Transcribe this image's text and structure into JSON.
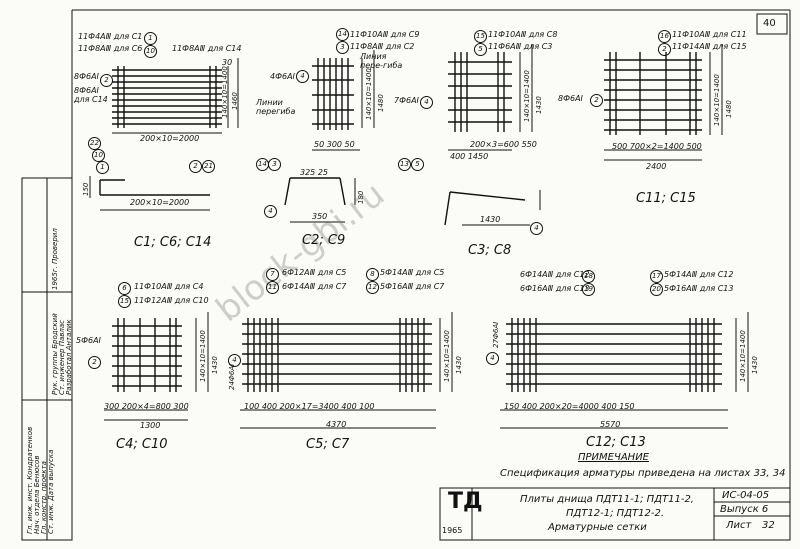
{
  "sheet_number": "40",
  "watermark": "block-gbi.ru",
  "titles": {
    "c1": "С1; С6; С14",
    "c2": "С2; С9",
    "c3": "С3; С8",
    "c11": "С11; С15",
    "c4": "С4; С10",
    "c5": "С5; С7",
    "c12": "С12; С13"
  },
  "callouts": {
    "c1_top1": "11Ф4АⅢ для С1",
    "c1_top2": "11Ф8АⅢ для С6",
    "c1_top3": "11Ф8АⅢ для С14",
    "c1_left1": "8Ф6АⅠ",
    "c1_left2": "8Ф6АⅠ для С14",
    "c2_top1": "11Ф10АⅢ для С9",
    "c2_top2": "11Ф8АⅢ для С2",
    "c2_left": "4Ф6АⅠ",
    "c2_lines1": "Линии перегиба",
    "c2_lines2": "Линия пере-гиба",
    "c3_top1": "11Ф10АⅢ для С8",
    "c3_top2": "11Ф6АⅢ для С3",
    "c3_left": "7Ф6АⅠ",
    "c11_top1": "11Ф10АⅢ для С11",
    "c11_top2": "11Ф14АⅢ для С15",
    "c11_left": "8Ф6АⅠ",
    "c4_top1": "11Ф10АⅢ для С4",
    "c4_top2": "11Ф12АⅢ для С10",
    "c4_left": "5Ф6АⅠ",
    "c5_top1": "6Ф12АⅢ для С5",
    "c5_top2": "6Ф14АⅢ для С7",
    "c5_top3": "5Ф14АⅢ для С5",
    "c5_top4": "5Ф16АⅢ для С7",
    "c5_left": "24Ф6АⅠ",
    "c12_top1": "6Ф14АⅢ для С12",
    "c12_top2": "6Ф16АⅢ для С13",
    "c12_top3": "5Ф14АⅢ для С12",
    "c12_top4": "5Ф16АⅢ для С13",
    "c12_left": "27Ф6АⅠ"
  },
  "dims": {
    "c1_len": "200×10=2000",
    "c1_h": "140×10=1400",
    "c1_total": "1460",
    "c1_top": "30",
    "c1_sec": "200×10=2000",
    "c1_sec_h": "150",
    "c2_h": "140×10=1400",
    "c2_total": "1480",
    "c2_bottom": "50 300 50",
    "c2_sec_top": "325 25",
    "c2_sec_w": "350",
    "c2_sec_h": "180",
    "c3_h": "140×10=1400",
    "c3_total": "1430",
    "c3_bottom": "200×3=600 550",
    "c3_sub": "400 1450",
    "c3_sec": "1430",
    "c11_h": "140×10=1400",
    "c11_total": "1480",
    "c11_bottom": "500 700×2=1400 500",
    "c11_total_w": "2400",
    "c4_h": "140×10=1400",
    "c4_total": "1430",
    "c4_bottom": "300 200×4=800 300",
    "c4_total_w": "1300",
    "c5_h": "140×10=1400",
    "c5_total": "1430",
    "c5_bottom": "100 400 200×17=3400 400 100",
    "c5_total_w": "4370",
    "c12_h": "140×10=1400",
    "c12_total": "1430",
    "c12_bottom": "150 400 200×20=4000 400 150",
    "c12_total_w": "5570"
  },
  "note": {
    "heading": "ПРИМЕЧАНИЕ",
    "text": "Спецификация арматуры приведена на листах 33, 34"
  },
  "title_block": {
    "logo": "ТД",
    "year": "1965",
    "title1": "Плиты днища ПДТ11-1; ПДТ11-2,",
    "title2": "ПДТ12-1; ПДТ12-2.",
    "title3": "Арматурные сетки",
    "code": "ИС-04-05",
    "issue": "Выпуск 6",
    "sheet_label": "Лист",
    "sheet_no": "32"
  },
  "left_stamp": {
    "col1": [
      "Гл. инж. инст. Кондратенков",
      "Нач. отдела Бенюсов",
      "Гл. констр. проекта",
      "Ст. инж. Дата выпуска"
    ],
    "col2": [
      "Рук. группы Бродский",
      "Ст. инженер Павлас",
      "Разработал Анталик",
      "1965г. Проверил"
    ]
  }
}
